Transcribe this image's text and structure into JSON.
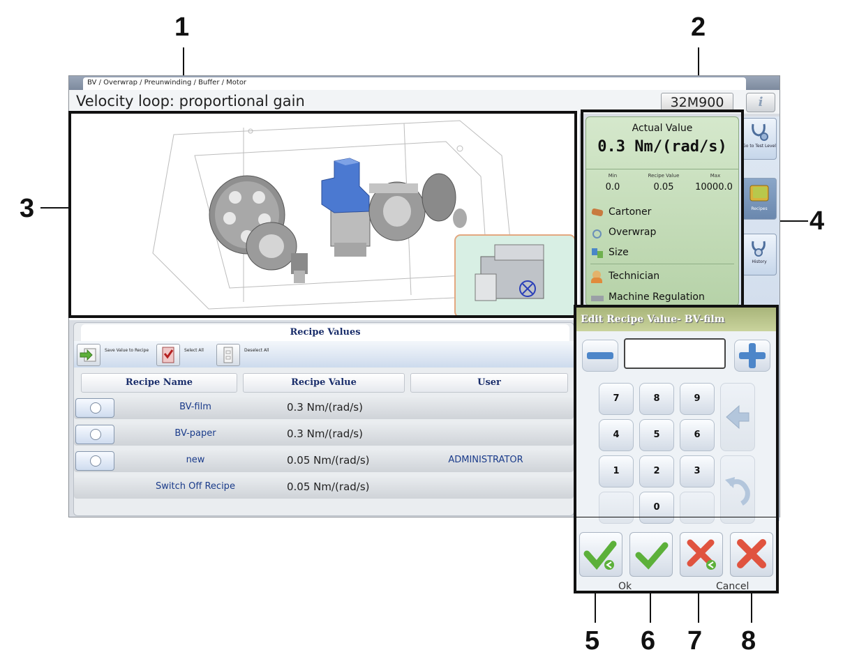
{
  "callouts": [
    "1",
    "2",
    "3",
    "4",
    "5",
    "6",
    "7",
    "8"
  ],
  "breadcrumb": "BV / Overwrap / Preunwinding / Buffer / Motor",
  "page_title": "Velocity loop: proportional gain",
  "machine_code": "32M900",
  "info_label": "i",
  "actual_value": {
    "label": "Actual Value",
    "value": "0.3 Nm/(rad/s)",
    "min_label": "Min",
    "min": "0.0",
    "recipe_label": "Recipe Value",
    "recipe": "0.05",
    "max_label": "Max",
    "max": "10000.0"
  },
  "context_items": [
    "Cartoner",
    "Overwrap",
    "Size",
    "Technician",
    "Machine Regulation"
  ],
  "side_nav": [
    "Go to Test Level",
    "Recipes",
    "History"
  ],
  "recipe_table": {
    "title": "Recipe Values",
    "toolbar": [
      "Save Value to Recipe",
      "Select All",
      "Deselect All"
    ],
    "columns": [
      "Recipe Name",
      "Recipe Value",
      "User"
    ],
    "rows": [
      {
        "name": "BV-film",
        "value": "0.3  Nm/(rad/s)",
        "user": ""
      },
      {
        "name": "BV-paper",
        "value": "0.3  Nm/(rad/s)",
        "user": ""
      },
      {
        "name": "new",
        "value": "0.05  Nm/(rad/s)",
        "user": "ADMINISTRATOR"
      },
      {
        "name": "Switch Off Recipe",
        "value": "0.05  Nm/(rad/s)",
        "user": ""
      }
    ]
  },
  "edit_dialog": {
    "title": "Edit Recipe Value- BV-film",
    "input_value": "",
    "keys": [
      "7",
      "8",
      "9",
      "4",
      "5",
      "6",
      "1",
      "2",
      "3",
      "0"
    ],
    "ok_label": "Ok",
    "cancel_label": "Cancel"
  },
  "colors": {
    "panel_green": "#c4ddb8",
    "highlight_border": "#111111",
    "link_blue": "#1a3b8a",
    "dialog_title": "#b7c287"
  }
}
